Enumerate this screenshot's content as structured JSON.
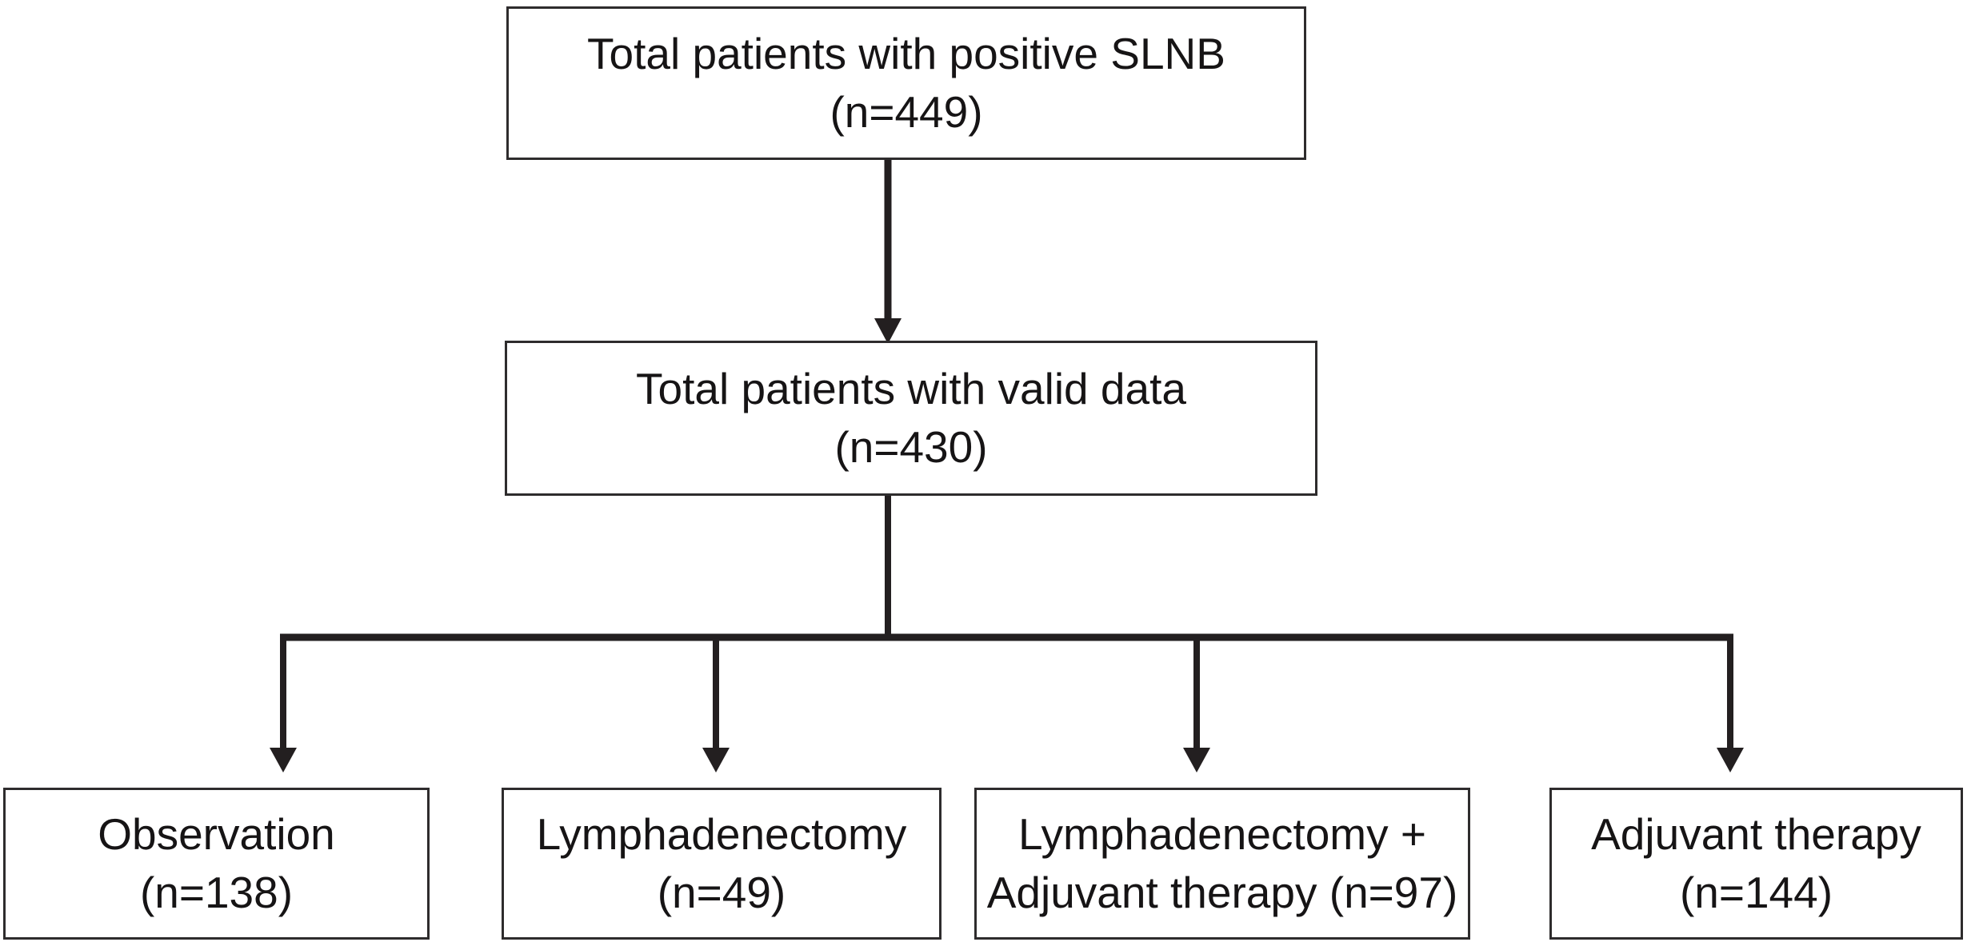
{
  "figure": {
    "type": "flowchart",
    "background": "#ffffff",
    "colors": {
      "line": "#231f20",
      "box_border": "#2e2c2d",
      "text": "#161415"
    },
    "nodes": {
      "total_positive_slnb": {
        "line1": "Total patients with positive SLNB",
        "line2": "(n=449)",
        "n": 449
      },
      "total_valid_data": {
        "line1": "Total patients with valid data",
        "line2": "(n=430)",
        "n": 430
      },
      "observation": {
        "line1": "Observation",
        "line2": "(n=138)",
        "n": 138
      },
      "lymphadenectomy": {
        "line1": "Lymphadenectomy",
        "line2": "(n=49)",
        "n": 49
      },
      "lymphadenectomy_adjuvant": {
        "line1": "Lymphadenectomy +",
        "line2": "Adjuvant therapy (n=97)",
        "n": 97
      },
      "adjuvant_therapy": {
        "line1": "Adjuvant therapy",
        "line2": "(n=144)",
        "n": 144
      }
    },
    "edges": [
      {
        "from": "total_positive_slnb",
        "to": "total_valid_data"
      },
      {
        "from": "total_valid_data",
        "to": "observation"
      },
      {
        "from": "total_valid_data",
        "to": "lymphadenectomy"
      },
      {
        "from": "total_valid_data",
        "to": "lymphadenectomy_adjuvant"
      },
      {
        "from": "total_valid_data",
        "to": "adjuvant_therapy"
      }
    ]
  }
}
